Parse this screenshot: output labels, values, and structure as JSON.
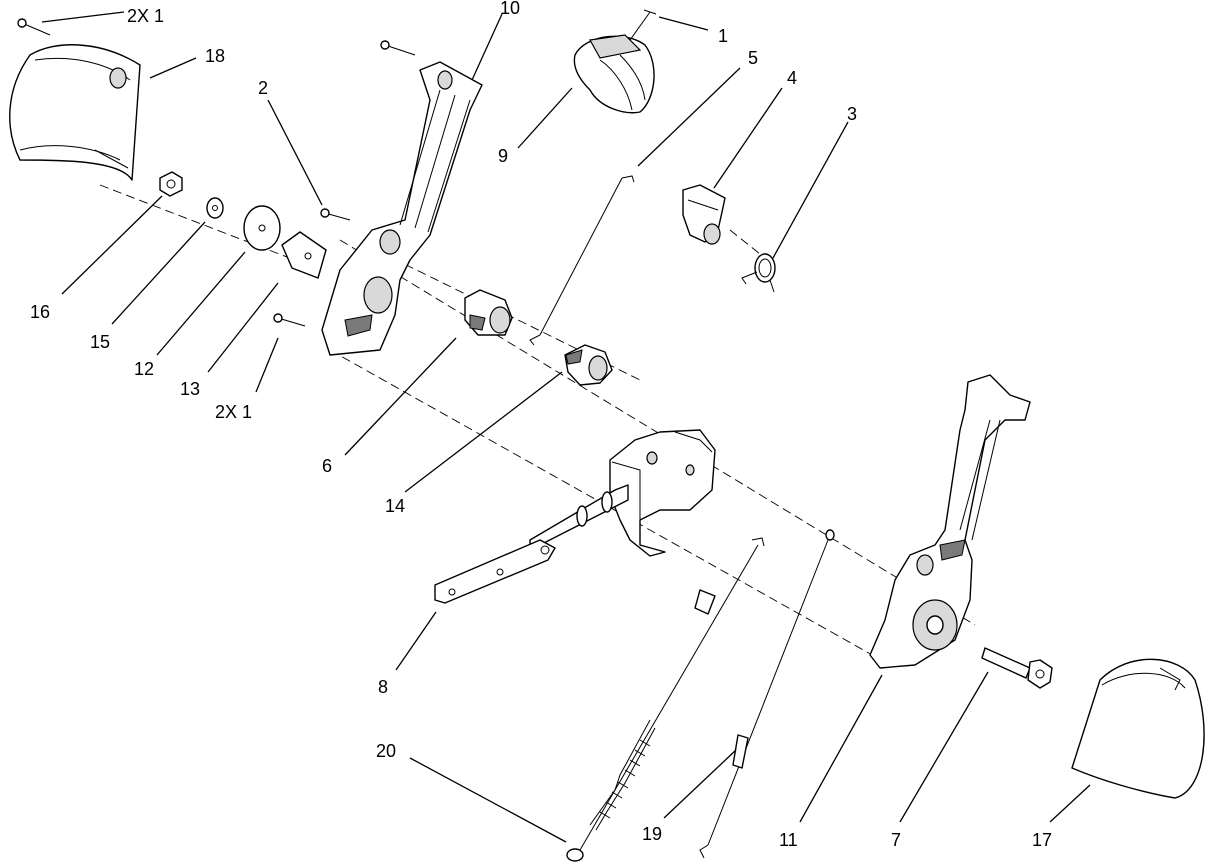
{
  "callouts": [
    {
      "id": "1",
      "text": "1"
    },
    {
      "id": "2",
      "text": "2"
    },
    {
      "id": "3",
      "text": "3"
    },
    {
      "id": "4",
      "text": "4"
    },
    {
      "id": "5",
      "text": "5"
    },
    {
      "id": "6",
      "text": "6"
    },
    {
      "id": "7",
      "text": "7"
    },
    {
      "id": "8",
      "text": "8"
    },
    {
      "id": "9",
      "text": "9"
    },
    {
      "id": "10",
      "text": "10"
    },
    {
      "id": "11",
      "text": "11"
    },
    {
      "id": "12",
      "text": "12"
    },
    {
      "id": "13",
      "text": "13"
    },
    {
      "id": "14",
      "text": "14"
    },
    {
      "id": "15",
      "text": "15"
    },
    {
      "id": "16",
      "text": "16"
    },
    {
      "id": "17",
      "text": "17"
    },
    {
      "id": "18",
      "text": "18"
    },
    {
      "id": "19",
      "text": "19"
    },
    {
      "id": "20",
      "text": "20"
    },
    {
      "id": "2x1-top",
      "text": "2X  1"
    },
    {
      "id": "2x1-bottom",
      "text": "2X 1"
    }
  ]
}
